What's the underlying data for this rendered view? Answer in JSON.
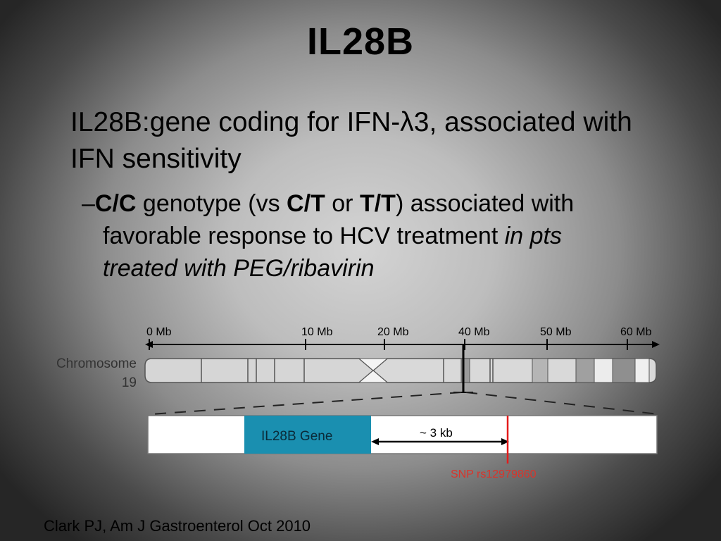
{
  "slide": {
    "title": "IL28B",
    "bullet1": "IL28B:gene coding for IFN-λ3, associated with IFN sensitivity",
    "bullet2": {
      "dash": "–",
      "cc": "C/C",
      "text1": " genotype (vs ",
      "ct": "C/T",
      "or": " or ",
      "tt": "T/T",
      "text2": ") associated with",
      "line2_normal": "favorable response to HCV treatment ",
      "line2_italic": "in pts",
      "line3_italic": "treated with PEG/ribavirin"
    },
    "citation": "Clark PJ, Am J Gastroenterol Oct 2010"
  },
  "diagram": {
    "axis_ticks": [
      "0 Mb",
      "10 Mb",
      "20 Mb",
      "40 Mb",
      "50 Mb",
      "60 Mb"
    ],
    "chromosome_label_1": "Chromosome",
    "chromosome_label_2": "19",
    "gene_label": "IL28B Gene",
    "distance_label": "~ 3 kb",
    "snp_label": "SNP rs12979860",
    "colors": {
      "gene_box": "#1a8fb0",
      "snp": "#e41b1b",
      "snp_text": "#d9342b"
    }
  }
}
